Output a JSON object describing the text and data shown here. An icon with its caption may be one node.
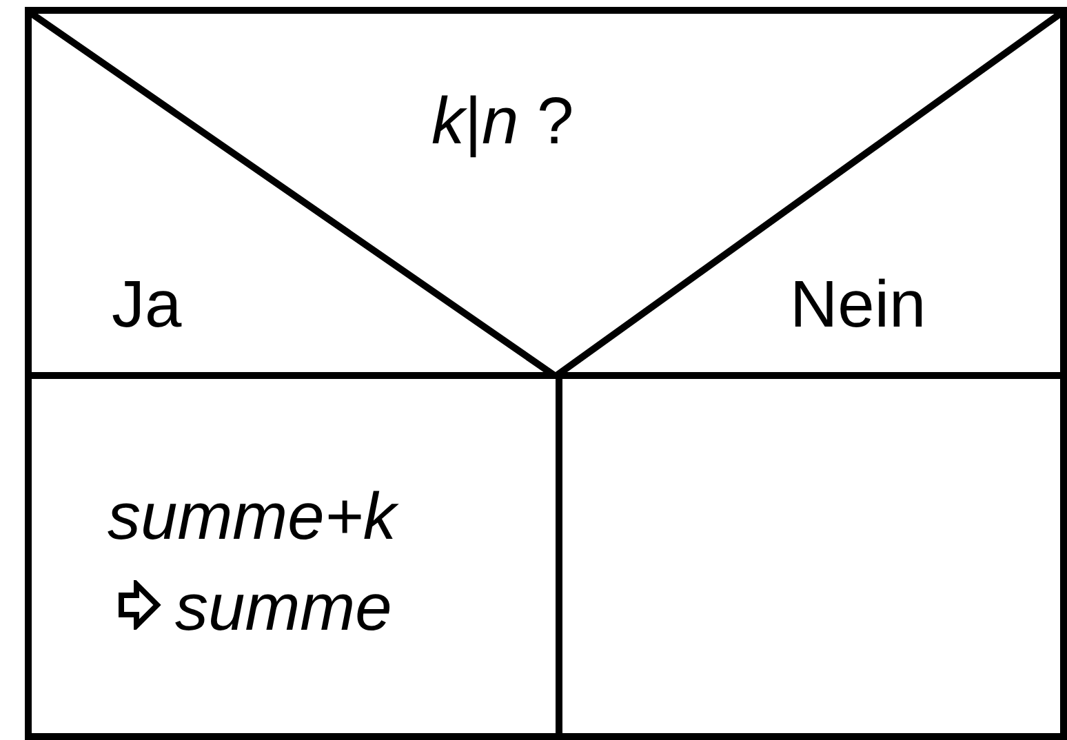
{
  "diagram": {
    "nodes": [
      {
        "text": [
          "*k*|*n* ?",
          "Ja",
          "Nein"
        ]
      },
      {
        "text": [
          "summe+k",
          "summe"
        ]
      },
      {
        "text": [],
        "shape": "box"
      }
    ],
    "edges": []
  }
}
